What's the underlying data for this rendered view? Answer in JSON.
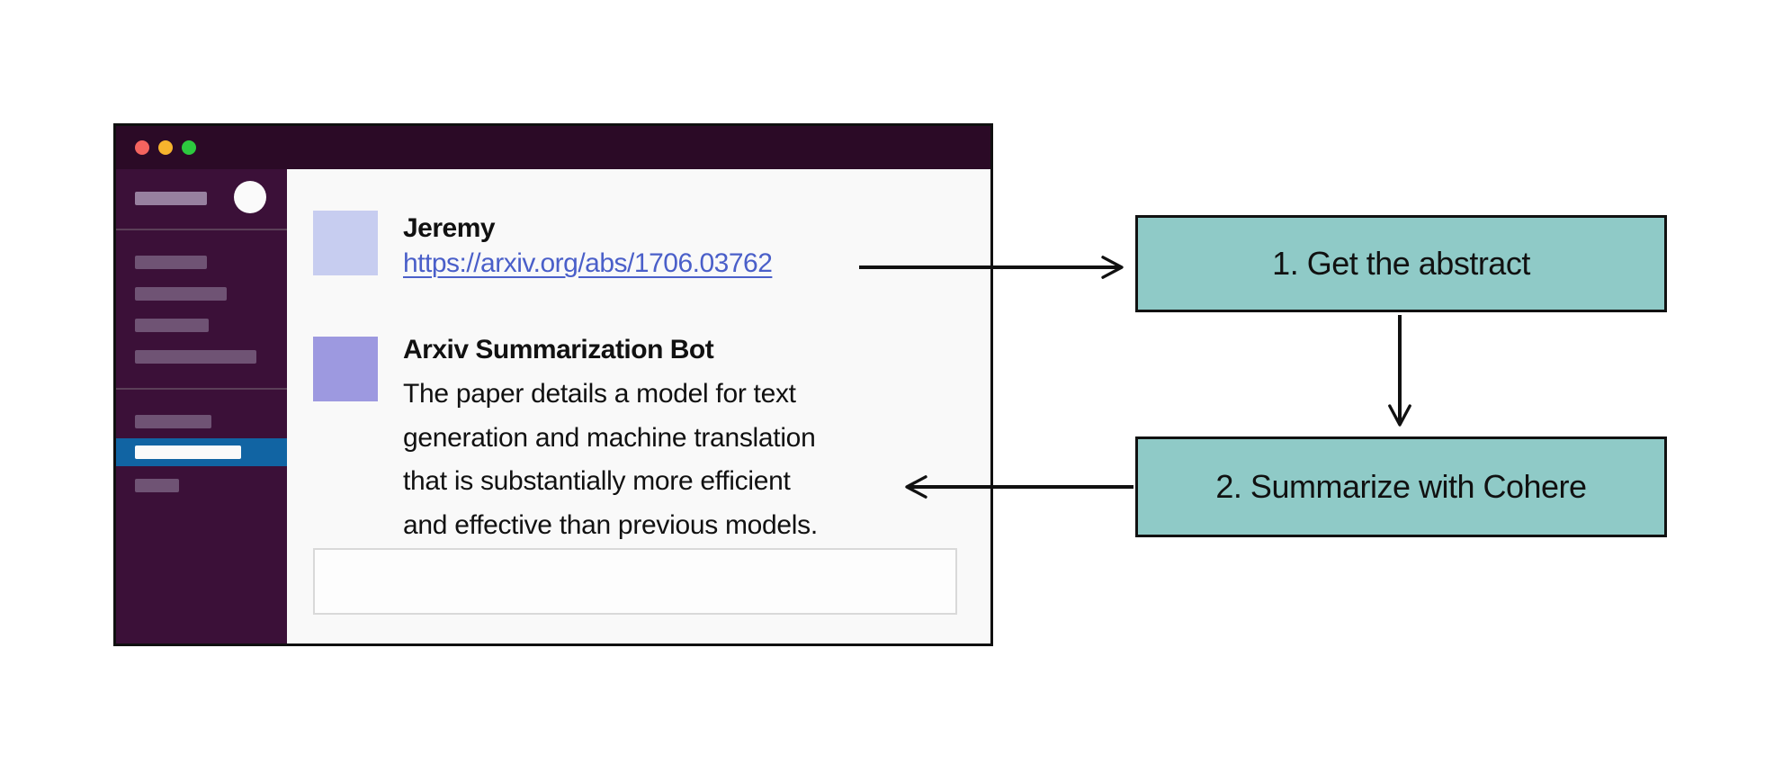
{
  "colors": {
    "canvas-bg": "#ffffff",
    "window-border": "#101010",
    "titlebar-bg": "#2b0a26",
    "sidebar-bg": "#3b1038",
    "sidebar-bar": "#6f5374",
    "sidebar-pill": "#97809f",
    "sidebar-divider": "#5b3f58",
    "selected-row-bg": "#1164a3",
    "main-bg": "#f9f9f9",
    "traffic-red": "#f4645f",
    "traffic-yellow": "#f6b32d",
    "traffic-green": "#2dc93f",
    "user-avatar": "#c7cdf0",
    "bot-avatar": "#9d99e0",
    "link-color": "#4a5fc9",
    "text-color": "#111111",
    "box-fill": "#8fcac7",
    "box-border": "#111111",
    "arrow-color": "#111111",
    "input-border": "#d9d9d9",
    "input-bg": "#fdfdfd"
  },
  "chat": {
    "messages": [
      {
        "author": "Jeremy",
        "link_text": "https://arxiv.org/abs/1706.03762"
      },
      {
        "author": "Arxiv Summarization Bot",
        "body_lines": [
          "The paper details a model for text",
          "generation and machine translation",
          "that is substantially more efficient",
          "and effective than previous models."
        ]
      }
    ],
    "input_value": "",
    "input_placeholder": ""
  },
  "diagram": {
    "steps": [
      {
        "label": "1. Get the abstract"
      },
      {
        "label": "2. Summarize with Cohere"
      }
    ]
  }
}
